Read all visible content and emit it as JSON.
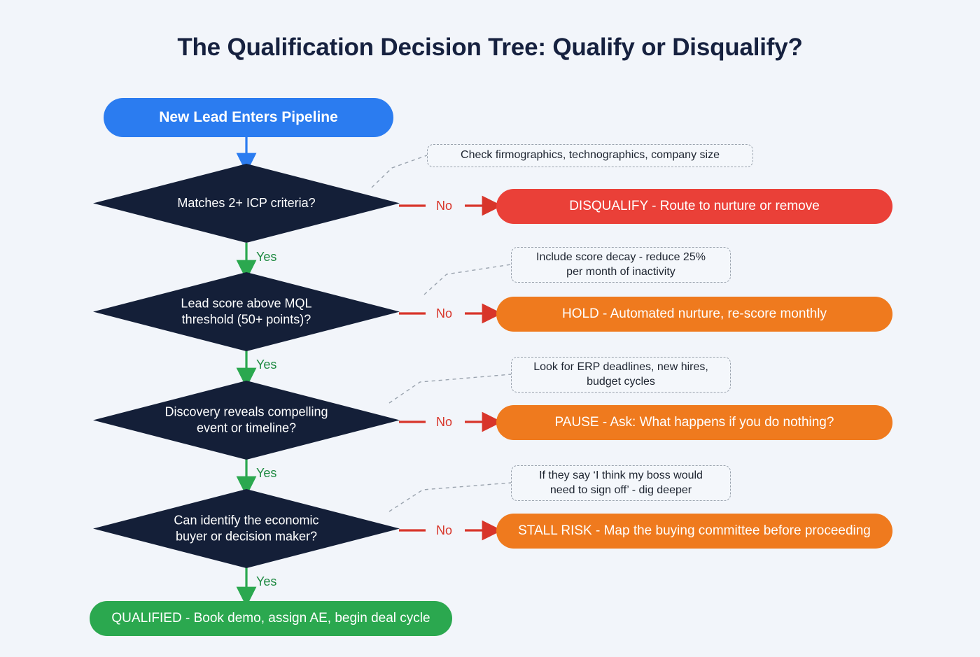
{
  "page": {
    "title": "The Qualification Decision Tree: Qualify or Disqualify?",
    "background_color": "#f2f5fa",
    "title_color": "#16213f"
  },
  "palette": {
    "start_blue": "#2b7cf0",
    "decision_navy": "#141f38",
    "disqualify_red": "#ea4038",
    "hold_orange": "#ef7a1e",
    "qualified_green": "#2ba84f",
    "yes_green": "#1f8a42",
    "no_red": "#d8352a",
    "note_border": "#9aa3ae"
  },
  "nodes": {
    "start": {
      "label": "New Lead Enters Pipeline",
      "type": "start"
    },
    "decision_1": {
      "label": "Matches 2+ ICP criteria?",
      "type": "decision"
    },
    "decision_2": {
      "label": "Lead score above MQL\nthreshold (50+ points)?",
      "type": "decision"
    },
    "decision_3": {
      "label": "Discovery reveals compelling\nevent or timeline?",
      "type": "decision"
    },
    "decision_4": {
      "label": "Can identify the economic\nbuyer or decision maker?",
      "type": "decision"
    },
    "outcome_1": {
      "label": "DISQUALIFY - Route to nurture or remove",
      "type": "outcome",
      "severity": "disqualify"
    },
    "outcome_2": {
      "label": "HOLD - Automated nurture, re-score monthly",
      "type": "outcome",
      "severity": "hold"
    },
    "outcome_3": {
      "label": "PAUSE - Ask: What happens if you do nothing?",
      "type": "outcome",
      "severity": "pause"
    },
    "outcome_4": {
      "label": "STALL RISK - Map the buying committee before proceeding",
      "type": "outcome",
      "severity": "stall"
    },
    "outcome_final": {
      "label": "QUALIFIED - Book demo, assign AE, begin deal cycle",
      "type": "outcome",
      "severity": "qualified"
    }
  },
  "notes": {
    "note_1": "Check firmographics, technographics, company size",
    "note_2": "Include score decay - reduce 25%\nper month of inactivity",
    "note_3": "Look for ERP deadlines, new hires,\nbudget cycles",
    "note_4": "If they say ‘I think my boss would\nneed to sign off’ - dig deeper"
  },
  "edge_labels": {
    "no_1": "No",
    "no_2": "No",
    "no_3": "No",
    "no_4": "No",
    "yes_1": "Yes",
    "yes_2": "Yes",
    "yes_3": "Yes",
    "yes_4": "Yes"
  }
}
